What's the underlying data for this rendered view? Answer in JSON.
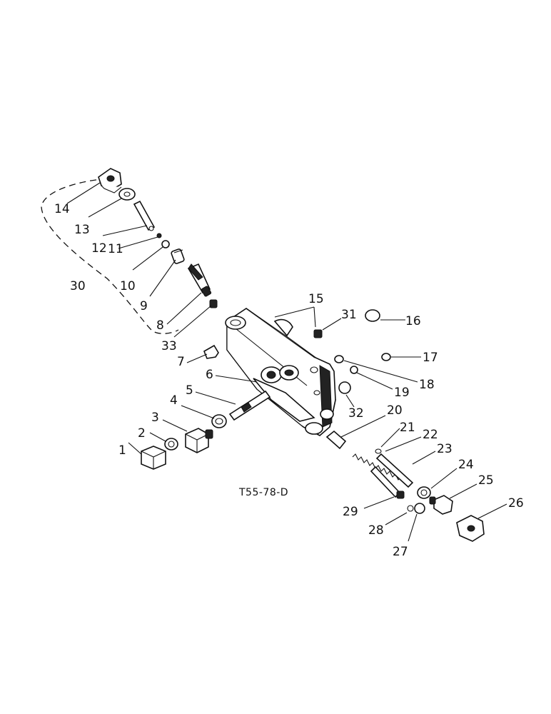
{
  "diagram": {
    "caption": "T55-78-D",
    "callouts": [
      "1",
      "2",
      "3",
      "4",
      "5",
      "6",
      "7",
      "8",
      "9",
      "10",
      "11",
      "12",
      "13",
      "14",
      "15",
      "16",
      "17",
      "18",
      "19",
      "20",
      "21",
      "22",
      "23",
      "24",
      "25",
      "26",
      "27",
      "28",
      "29",
      "30",
      "31",
      "32",
      "33"
    ]
  }
}
